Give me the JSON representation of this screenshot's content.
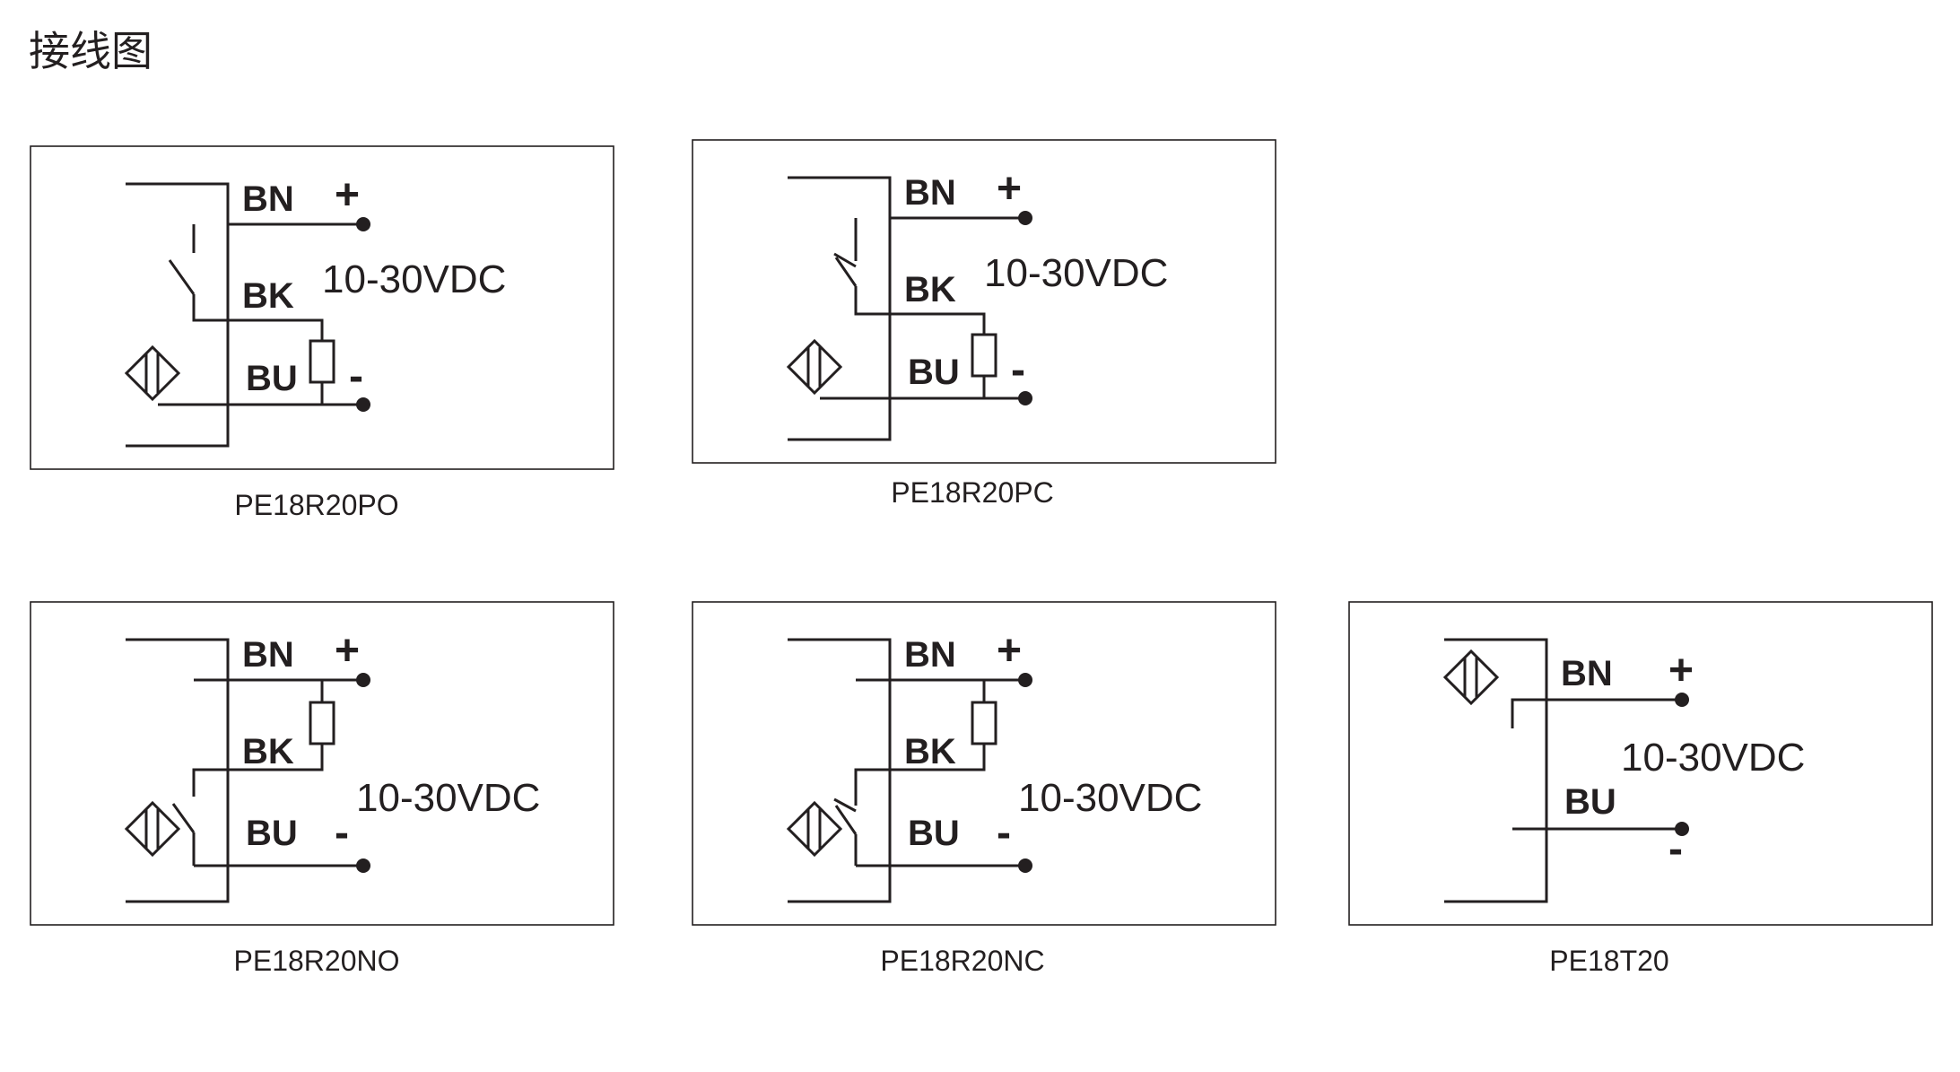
{
  "title": "接线图",
  "diagrams": [
    {
      "model": "PE18R20PO",
      "brown": "BN",
      "black": "BK",
      "blue": "BU",
      "plus": "+",
      "minus": "-",
      "voltage": "10-30VDC"
    },
    {
      "model": "PE18R20PC",
      "brown": "BN",
      "black": "BK",
      "blue": "BU",
      "plus": "+",
      "minus": "-",
      "voltage": "10-30VDC"
    },
    {
      "model": "PE18R20NO",
      "brown": "BN",
      "black": "BK",
      "blue": "BU",
      "plus": "+",
      "minus": "-",
      "voltage": "10-30VDC"
    },
    {
      "model": "PE18R20NC",
      "brown": "BN",
      "black": "BK",
      "blue": "BU",
      "plus": "+",
      "minus": "-",
      "voltage": "10-30VDC"
    },
    {
      "model": "PE18T20",
      "brown": "BN",
      "blue": "BU",
      "plus": "+",
      "minus": "-",
      "voltage": "10-30VDC"
    }
  ]
}
